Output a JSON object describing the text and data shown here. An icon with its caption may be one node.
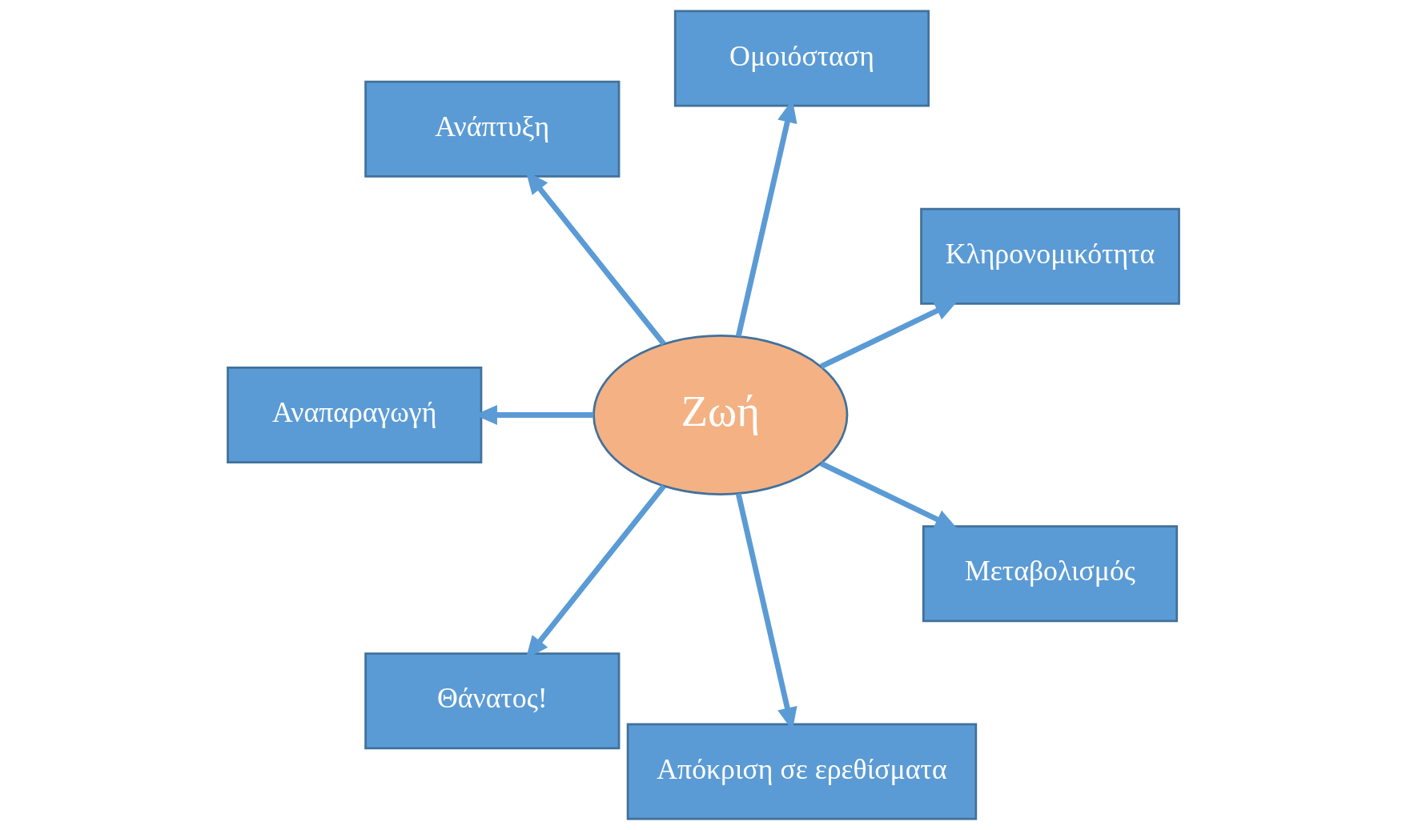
{
  "diagram": {
    "nodes": [
      {
        "text": [
          "Κληρονομικότητα"
        ]
      },
      {
        "text": [
          "Ομοιόσταση"
        ]
      },
      {
        "text": [
          "Ανάπτυξη"
        ]
      },
      {
        "text": [
          "Αναπαραγωγή"
        ]
      },
      {
        "text": [
          "Ζωή"
        ]
      },
      {
        "text": [
          "Θάνατος!"
        ]
      },
      {
        "text": [
          "Απόκριση σε ερεθίσματα"
        ]
      },
      {
        "text": [
          "Μεταβολισμός"
        ]
      }
    ],
    "edges": [
      {
        "from": 4,
        "to": 0,
        "arrow": "to"
      },
      {
        "from": 4,
        "to": 2,
        "arrow": "to"
      },
      {
        "from": 4,
        "to": 5,
        "arrow": "to"
      },
      {
        "from": 4,
        "to": 7,
        "arrow": "to"
      },
      {
        "from": 4,
        "to": 6,
        "arrow": "to"
      },
      {
        "from": 4,
        "to": 3,
        "arrow": "to"
      },
      {
        "from": 4,
        "to": 1,
        "arrow": "to"
      }
    ]
  }
}
